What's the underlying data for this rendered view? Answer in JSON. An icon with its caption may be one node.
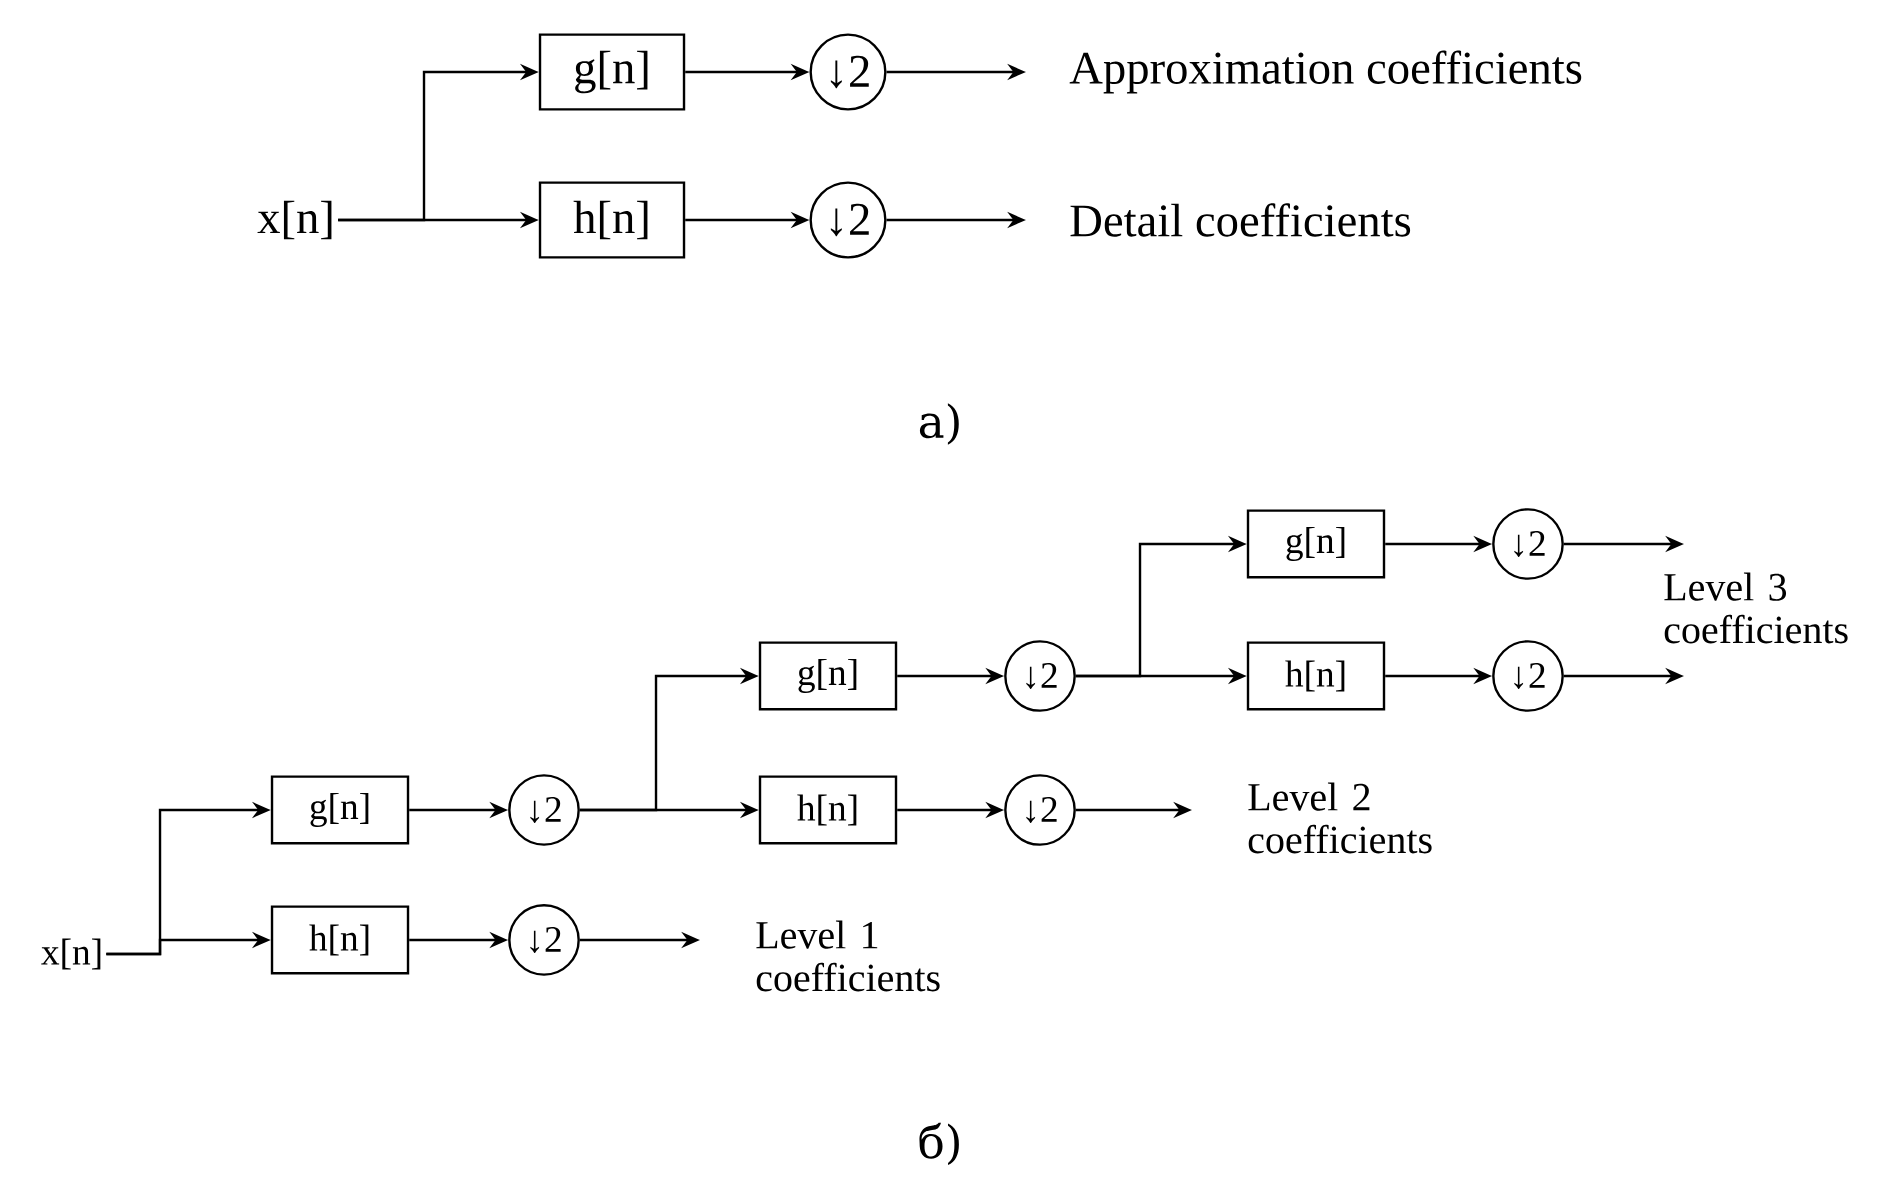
{
  "diagram": {
    "nodes": [
      {
        "text": [
          "x[n]"
        ]
      },
      {
        "text": [
          "g[n]"
        ]
      },
      {
        "text": [
          "h[n]"
        ]
      },
      {
        "text": [
          "↓2"
        ]
      },
      {
        "text": [
          "↓2"
        ]
      },
      {
        "text": [
          "Approximation coefficients"
        ]
      },
      {
        "text": [
          "Detail coefficients"
        ]
      },
      {
        "text": [
          "x[n]"
        ]
      },
      {
        "text": [
          "g[n]"
        ]
      },
      {
        "text": [
          "h[n]"
        ]
      },
      {
        "text": [
          "↓2"
        ]
      },
      {
        "text": [
          "↓2"
        ]
      },
      {
        "text": [
          "Level 1 coefficients"
        ]
      },
      {
        "text": [
          "g[n]"
        ]
      },
      {
        "text": [
          "h[n]"
        ]
      },
      {
        "text": [
          "↓2"
        ]
      },
      {
        "text": [
          "↓2"
        ]
      },
      {
        "text": [
          "Level 2 coefficients"
        ]
      },
      {
        "text": [
          "g[n]"
        ]
      },
      {
        "text": [
          "h[n]"
        ]
      },
      {
        "text": [
          "↓2"
        ]
      },
      {
        "text": [
          "↓2"
        ]
      },
      {
        "text": [
          "Level 3 coefficients"
        ]
      }
    ],
    "edges": [
      {
        "from": 0,
        "to": 1,
        "arrow": "to"
      },
      {
        "from": 0,
        "to": 2,
        "arrow": "to"
      },
      {
        "from": 1,
        "to": 3,
        "arrow": "to"
      },
      {
        "from": 2,
        "to": 4,
        "arrow": "to"
      },
      {
        "from": 3,
        "to": 5,
        "arrow": "to"
      },
      {
        "from": 4,
        "to": 6,
        "arrow": "to"
      },
      {
        "from": 7,
        "to": 8,
        "arrow": "to"
      },
      {
        "from": 7,
        "to": 9,
        "arrow": "to"
      },
      {
        "from": 8,
        "to": 10,
        "arrow": "to"
      },
      {
        "from": 9,
        "to": 11,
        "arrow": "to"
      },
      {
        "from": 11,
        "to": 12,
        "arrow": "to"
      },
      {
        "from": 10,
        "to": 13,
        "arrow": "to"
      },
      {
        "from": 10,
        "to": 14,
        "arrow": "to"
      },
      {
        "from": 13,
        "to": 15,
        "arrow": "to"
      },
      {
        "from": 14,
        "to": 16,
        "arrow": "to"
      },
      {
        "from": 16,
        "to": 17,
        "arrow": "to"
      },
      {
        "from": 15,
        "to": 18,
        "arrow": "to"
      },
      {
        "from": 15,
        "to": 19,
        "arrow": "to"
      },
      {
        "from": 18,
        "to": 20,
        "arrow": "to"
      },
      {
        "from": 19,
        "to": 21,
        "arrow": "to"
      },
      {
        "from": 20,
        "to": 22,
        "arrow": "to"
      },
      {
        "from": 21,
        "to": 22,
        "arrow": "to"
      }
    ],
    "labels": [
      "a)",
      "б)"
    ]
  }
}
